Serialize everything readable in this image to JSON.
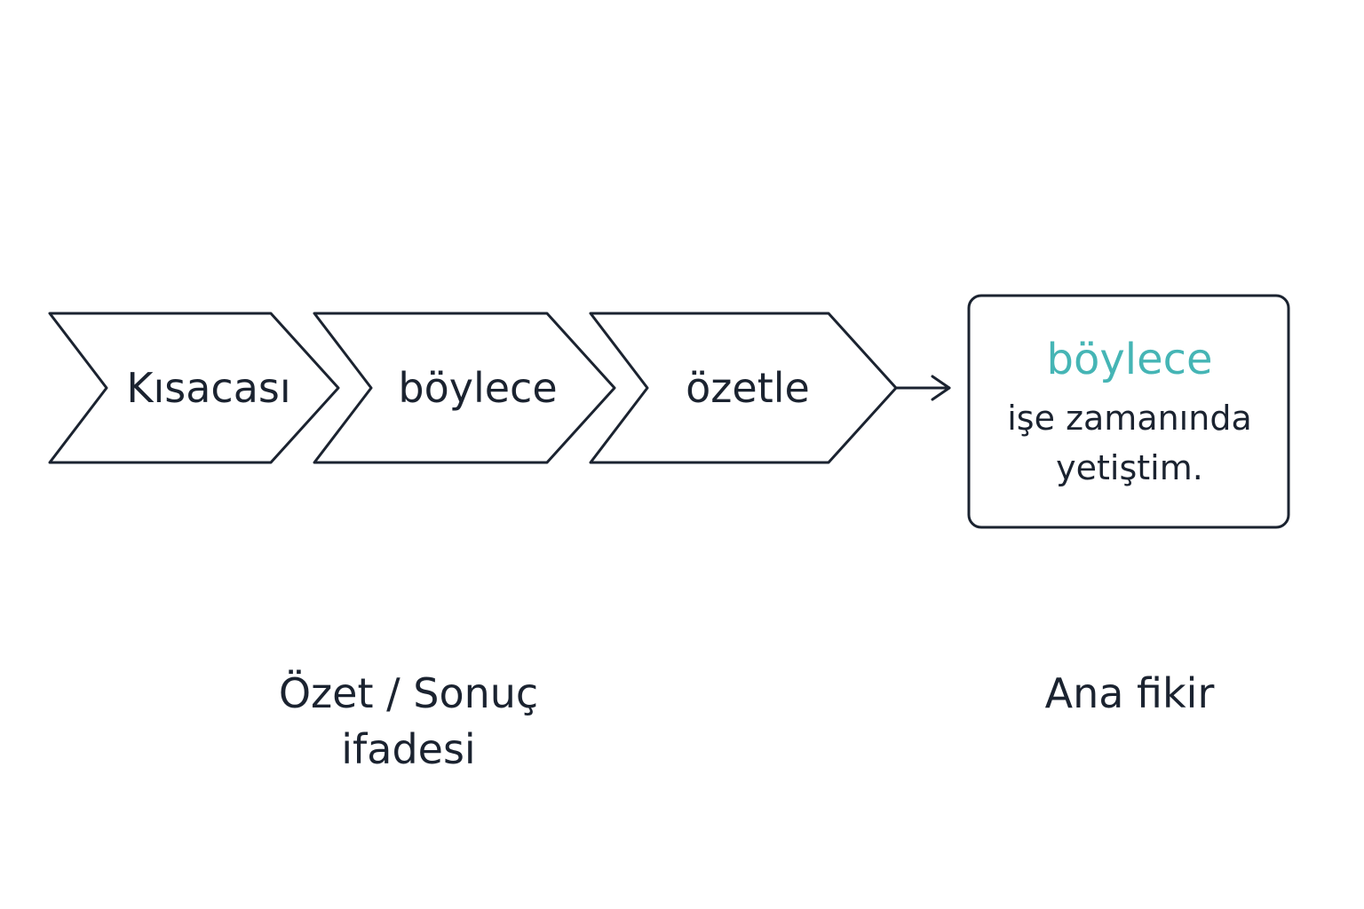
{
  "chevrons": [
    {
      "label": "Kısacası"
    },
    {
      "label": "böylece"
    },
    {
      "label": "özetle"
    }
  ],
  "result_box": {
    "highlight": "böylece",
    "lines": [
      "işe zamanında",
      "yetiştim."
    ]
  },
  "captions": {
    "summary_line1": "Özet / Sonuç",
    "summary_line2": "ifadesi",
    "main_idea": "Ana fikir"
  },
  "colors": {
    "highlight": "#45b5b5",
    "stroke": "#1b2330"
  },
  "icons": {
    "connector": "arrow-right-icon"
  }
}
